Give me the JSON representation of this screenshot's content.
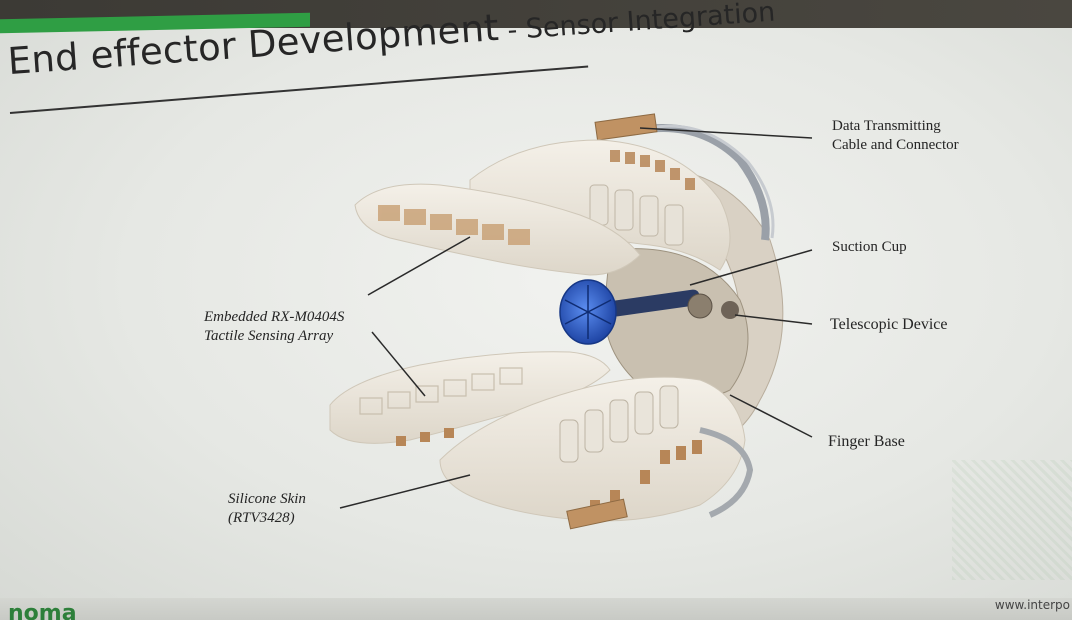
{
  "slide": {
    "title_main": "End effector Development",
    "title_sub": " - Sensor Integration",
    "footer_logo": "noma",
    "footer_url": "www.interpo"
  },
  "labels": {
    "data_cable_line1": "Data Transmitting",
    "data_cable_line2": "Cable and Connector",
    "suction_cup": "Suction Cup",
    "telescopic_device": "Telescopic Device",
    "finger_base": "Finger Base",
    "tactile_line1": "Embedded RX-M0404S",
    "tactile_line2": "Tactile Sensing Array",
    "skin_line1": "Silicone Skin",
    "skin_line2": "(RTV3428)"
  },
  "colors": {
    "accent_green": "#2f9e44",
    "suction_cup_blue": "#2456c9",
    "silicone": "#eee9df",
    "sensor_copper": "#b78657"
  }
}
